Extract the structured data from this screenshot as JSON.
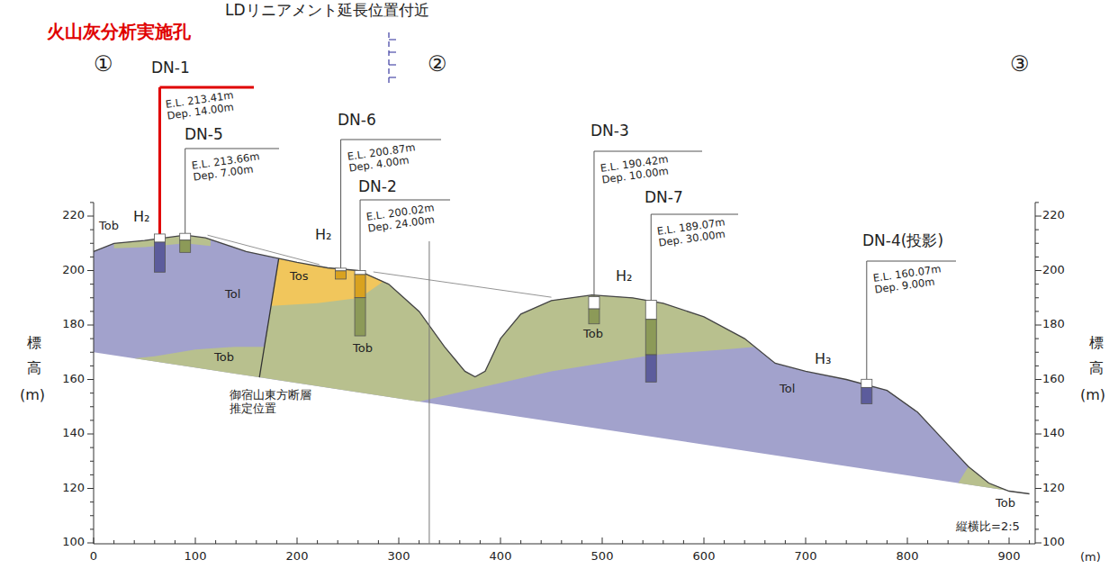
{
  "diagram": {
    "labels": [
      "火山灰分析実施孔",
      "LDリニアメント延長位置付近",
      "①",
      "②",
      "③",
      "DN-1",
      "E.L. 213.41m",
      "Dep. 14.00m",
      "DN-5",
      "E.L. 213.66m",
      "Dep. 7.00m",
      "DN-6",
      "E.L. 200.87m",
      "Dep. 4.00m",
      "DN-2",
      "E.L. 200.02m",
      "Dep. 24.00m",
      "DN-3",
      "E.L. 190.42m",
      "Dep. 10.00m",
      "DN-7",
      "E.L. 189.07m",
      "Dep. 30.00m",
      "DN-4(投影)",
      "E.L. 160.07m",
      "Dep. 9.00m",
      "H₂",
      "H₂",
      "H₂",
      "H₃",
      "Tob",
      "Tol",
      "Tob",
      "Tos",
      "Tob",
      "Tob",
      "Tol",
      "Tob",
      "御宿山東方断層 推定位置",
      "標",
      "高",
      "(m)",
      "標",
      "高",
      "(m)",
      "220",
      "200",
      "180",
      "160",
      "140",
      "120",
      "100",
      "220",
      "200",
      "180",
      "160",
      "140",
      "120",
      "100",
      "0",
      "100",
      "200",
      "300",
      "400",
      "500",
      "600",
      "700",
      "800",
      "900",
      "(m)",
      "縦横比=2:5"
    ]
  }
}
